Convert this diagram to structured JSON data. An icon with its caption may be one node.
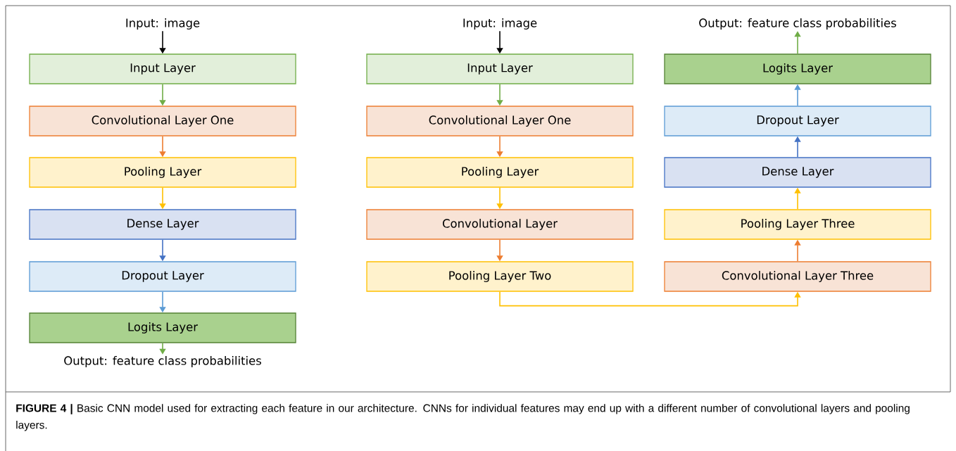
{
  "diagram": {
    "caption": "**FIGURE 4 |** Basic CNN model used for extracting each feature in our architecture. CNNs for individual features may end up with a different number of convolutional layers and pooling layers.",
    "nodes": [
      {
        "text": [
          "Input: image"
        ]
      },
      {
        "text": [
          "Input Layer"
        ]
      },
      {
        "text": [
          "Convolutional Layer One"
        ]
      },
      {
        "text": [
          "Pooling Layer"
        ]
      },
      {
        "text": [
          "Dense Layer"
        ]
      },
      {
        "text": [
          "Dropout Layer"
        ]
      },
      {
        "text": [
          "Logits Layer"
        ]
      },
      {
        "text": [
          "Output: feature class probabilities"
        ]
      },
      {
        "text": [
          "Input: image"
        ]
      },
      {
        "text": [
          "Input Layer"
        ]
      },
      {
        "text": [
          "Convolutional Layer One"
        ]
      },
      {
        "text": [
          "Pooling Layer"
        ]
      },
      {
        "text": [
          "Convolutional Layer"
        ]
      },
      {
        "text": [
          "Pooling Layer Two"
        ]
      },
      {
        "text": [
          "Output: feature class probabilities"
        ]
      },
      {
        "text": [
          "Logits Layer"
        ]
      },
      {
        "text": [
          "Dropout Layer"
        ]
      },
      {
        "text": [
          "Dense Layer"
        ]
      },
      {
        "text": [
          "Pooling Layer Three"
        ]
      },
      {
        "text": [
          "Convolutional Layer Three"
        ]
      }
    ],
    "edges": [
      {
        "from": 0,
        "to": 1,
        "arrow": "to",
        "color": "#000000"
      },
      {
        "from": 1,
        "to": 2,
        "arrow": "to",
        "color": "#70ad47"
      },
      {
        "from": 2,
        "to": 3,
        "arrow": "to",
        "color": "#ed7d31"
      },
      {
        "from": 3,
        "to": 4,
        "arrow": "to",
        "color": "#ffc000"
      },
      {
        "from": 4,
        "to": 5,
        "arrow": "to",
        "color": "#4472c4"
      },
      {
        "from": 5,
        "to": 6,
        "arrow": "to",
        "color": "#5b9bd5"
      },
      {
        "from": 6,
        "to": 7,
        "arrow": "to",
        "color": "#70ad47"
      },
      {
        "from": 8,
        "to": 9,
        "arrow": "to",
        "color": "#000000"
      },
      {
        "from": 9,
        "to": 10,
        "arrow": "to",
        "color": "#70ad47"
      },
      {
        "from": 10,
        "to": 11,
        "arrow": "to",
        "color": "#ed7d31"
      },
      {
        "from": 11,
        "to": 12,
        "arrow": "to",
        "color": "#ffc000"
      },
      {
        "from": 12,
        "to": 13,
        "arrow": "to",
        "color": "#ed7d31"
      },
      {
        "from": 13,
        "to": 19,
        "arrow": "to",
        "color": "#ffc000"
      },
      {
        "from": 19,
        "to": 18,
        "arrow": "to",
        "color": "#ed7d31"
      },
      {
        "from": 18,
        "to": 17,
        "arrow": "to",
        "color": "#ffc000"
      },
      {
        "from": 17,
        "to": 16,
        "arrow": "to",
        "color": "#4472c4"
      },
      {
        "from": 16,
        "to": 15,
        "arrow": "to",
        "color": "#5b9bd5"
      },
      {
        "from": 15,
        "to": 14,
        "arrow": "to",
        "color": "#70ad47"
      }
    ]
  }
}
